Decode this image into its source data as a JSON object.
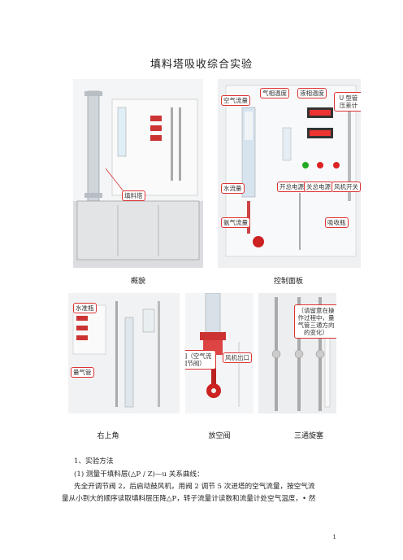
{
  "title": "填料塔吸收综合实验",
  "photos": {
    "overview": {
      "caption": "概貌",
      "callouts": {
        "packed_tower": "填料塔"
      }
    },
    "control_panel": {
      "caption": "控制面板",
      "callouts": {
        "air_flow": "空气流量",
        "gas_temp": "气相温度",
        "liquid_temp": "液相温度",
        "u_tube": "U 型管\n压差计",
        "water_flow": "水流量",
        "main_power_on": "开总电源",
        "main_power_off": "关总电源",
        "fan_switch": "风机开关",
        "ammonia_flow": "氨气流量",
        "absorb_bottle": "吸收瓶"
      }
    },
    "upper_right": {
      "caption": "右上角",
      "callouts": {
        "water_bottle": "水准瓶",
        "gas_meter": "量气管"
      }
    },
    "vent_valve": {
      "caption": "放空阀",
      "callouts": {
        "vent_valve": "放空阀（空气流量调节阀）",
        "fan_outlet": "风机出口"
      }
    },
    "three_way": {
      "caption": "三通旋塞",
      "callouts": {
        "note": "（请留意在操作过程中，量气管三通方向的变化）"
      }
    }
  },
  "body": {
    "line1": "1、实验方法",
    "line2": "(1)  测量干填料层(△P / Z)—u 关系曲线：",
    "line3": "先全开调节阀 2，后启动鼓风机，用阀 2 调节 5 次进塔的空气流量，按空气流",
    "line4": "量从小到大的顺序读取填料层压降△P，转子流量计读数和流量计处空气温度，• 然"
  },
  "page_number": "1"
}
